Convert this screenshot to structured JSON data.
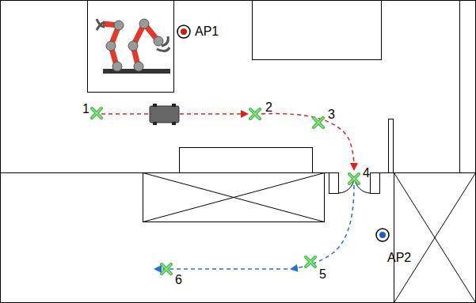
{
  "diagram": {
    "labels": [
      "AP1",
      "AP2",
      "1",
      "2",
      "3",
      "4",
      "5",
      "6"
    ]
  }
}
